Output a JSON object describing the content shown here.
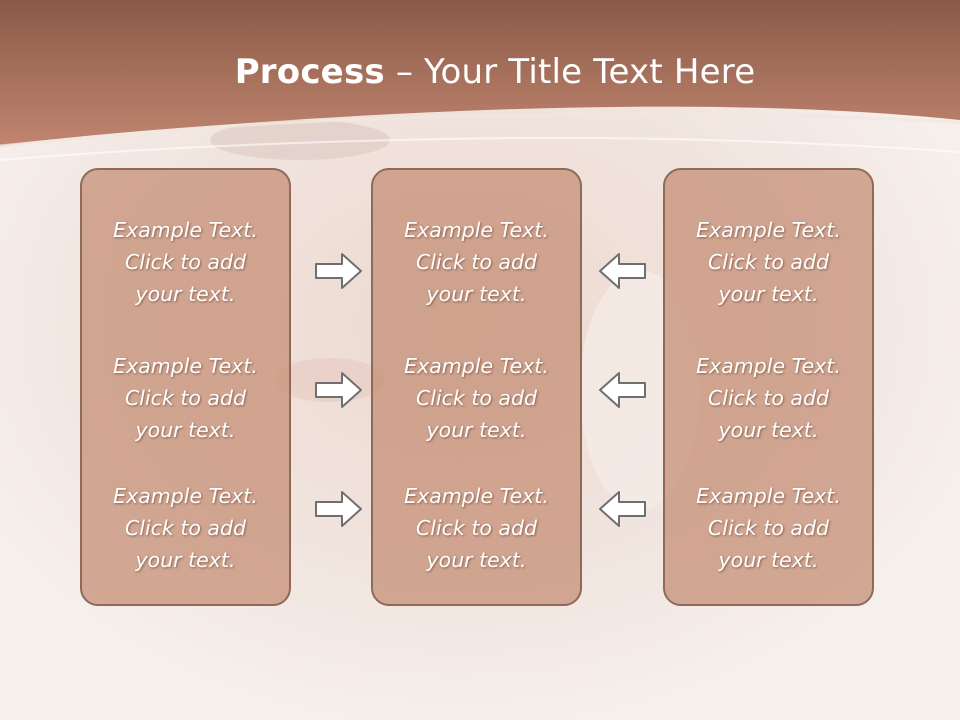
{
  "slide": {
    "title_bold": "Process",
    "title_rest": " – Your Title Text Here"
  },
  "columns": [
    {
      "items": [
        "Example Text.\nClick  to add\nyour text.",
        "Example Text.\nClick  to add\nyour text.",
        "Example Text.\nClick  to add\nyour text."
      ]
    },
    {
      "items": [
        "Example Text.\nClick  to add\nyour text.",
        "Example Text.\nClick  to add\nyour text.",
        "Example Text.\nClick  to add\nyour text."
      ]
    },
    {
      "items": [
        "Example Text.\nClick  to add\nyour text.",
        "Example Text.\nClick  to add\nyour text.",
        "Example Text.\nClick  to add\nyour text."
      ]
    }
  ],
  "arrows": {
    "left_group": "right-arrow-icon",
    "right_group": "left-arrow-icon"
  },
  "colors": {
    "header": "#b97e66",
    "box_fill": "#c48c72",
    "box_border": "#8d6a5a",
    "arrow_stroke": "#6f6f6f"
  }
}
